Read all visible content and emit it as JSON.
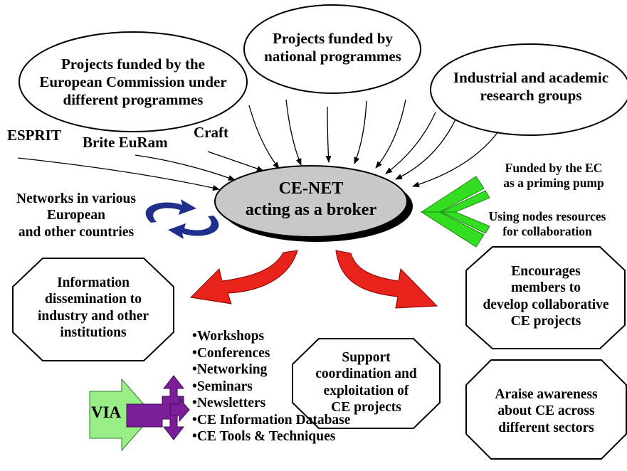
{
  "sources": {
    "ec_projects": [
      "Projects funded by the",
      "European Commission under",
      "different programmes"
    ],
    "national_projects": [
      "Projects funded by",
      "national programmes"
    ],
    "research_groups": [
      "Industrial and academic",
      "research groups"
    ],
    "programmes": {
      "esprit": "ESPRIT",
      "brite": "Brite EuRam",
      "craft": "Craft"
    }
  },
  "center": {
    "title": "CE-NET",
    "subtitle": "acting as a broker"
  },
  "networks": [
    "Networks in various",
    "European",
    "and other countries"
  ],
  "funding": {
    "primary": [
      "Funded by the EC",
      "as a priming pump"
    ],
    "secondary": [
      "Using nodes resources",
      "for collaboration"
    ]
  },
  "outcomes": {
    "dissemination": [
      "Information",
      "dissemination to",
      "industry and other",
      "institutions"
    ],
    "encourages": [
      "Encourages",
      "members to",
      "develop collaborative",
      "CE projects"
    ],
    "support": [
      "Support",
      "coordination and",
      "exploitation of",
      "CE projects"
    ],
    "awareness": [
      "Araise awareness",
      "about CE across",
      "different sectors"
    ]
  },
  "via_label": "VIA",
  "activities": [
    "•Workshops",
    "•Conferences",
    "•Networking",
    "•Seminars",
    "•Newsletters",
    "•CE Information Database",
    "•CE Tools & Techniques"
  ],
  "colors": {
    "red_arrow": "#e8231b",
    "green_arrow": "#33dd22",
    "purple_arrow": "#7a1f99",
    "via_green": "#99ee88",
    "cycle_blue": "#1f2f8c",
    "center_fill": "#c8c8c8"
  }
}
